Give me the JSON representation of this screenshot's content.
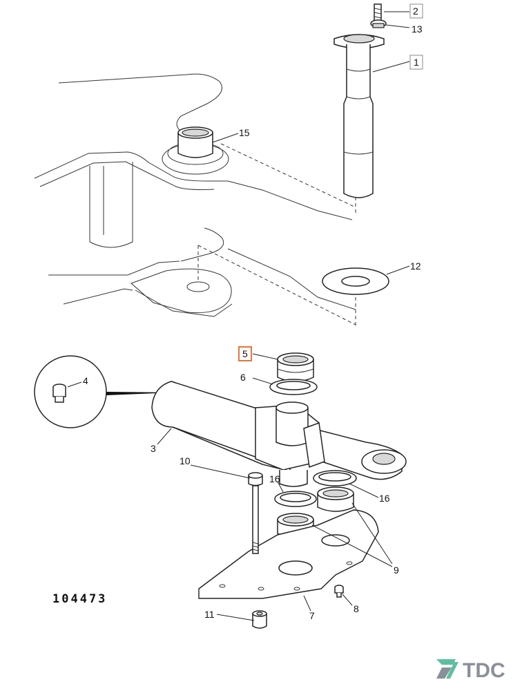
{
  "document_number": "104473",
  "logo": {
    "text": "TDC",
    "mark": "tdc-logo-mark-icon"
  },
  "callouts": [
    {
      "id": "2",
      "label": "2",
      "boxed": true,
      "highlighted": false
    },
    {
      "id": "13",
      "label": "13",
      "boxed": true,
      "highlighted": false
    },
    {
      "id": "1",
      "label": "1",
      "boxed": true,
      "highlighted": false
    },
    {
      "id": "15",
      "label": "15",
      "boxed": false,
      "highlighted": false
    },
    {
      "id": "12",
      "label": "12",
      "boxed": false,
      "highlighted": false
    },
    {
      "id": "5",
      "label": "5",
      "boxed": true,
      "highlighted": true
    },
    {
      "id": "6",
      "label": "6",
      "boxed": false,
      "highlighted": false
    },
    {
      "id": "4",
      "label": "4",
      "boxed": false,
      "highlighted": false
    },
    {
      "id": "3",
      "label": "3",
      "boxed": false,
      "highlighted": false
    },
    {
      "id": "10",
      "label": "10",
      "boxed": false,
      "highlighted": false
    },
    {
      "id": "16a",
      "label": "16",
      "boxed": false,
      "highlighted": false
    },
    {
      "id": "16b",
      "label": "16",
      "boxed": false,
      "highlighted": false
    },
    {
      "id": "9",
      "label": "9",
      "boxed": false,
      "highlighted": false
    },
    {
      "id": "8",
      "label": "8",
      "boxed": false,
      "highlighted": false
    },
    {
      "id": "7",
      "label": "7",
      "boxed": false,
      "highlighted": false
    },
    {
      "id": "11",
      "label": "11",
      "boxed": false,
      "highlighted": false
    }
  ]
}
